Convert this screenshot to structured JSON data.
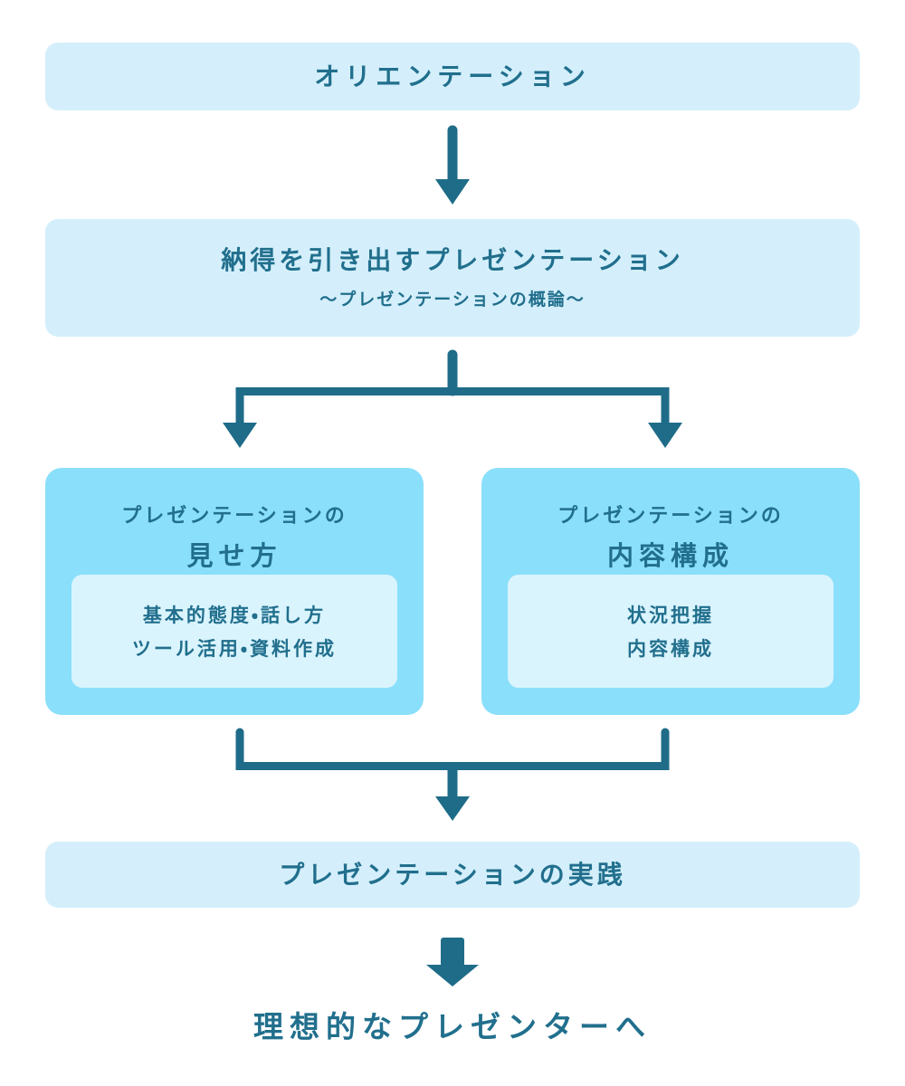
{
  "colors": {
    "box_light": "#d4effb",
    "box_medium": "#8adffb",
    "box_inner": "#daf4fd",
    "accent": "#1e6c88",
    "text": "#216f8d"
  },
  "flow": {
    "step1": {
      "title": "オリエンテーション"
    },
    "step2": {
      "title": "納得を引き出すプレゼンテーション",
      "subtitle": "〜プレゼンテーションの概論〜"
    },
    "branch_left": {
      "title_line1": "プレゼンテーションの",
      "title_line2": "見せ方",
      "items": [
        "基本的態度・話し方",
        "ツール活用・資料作成"
      ]
    },
    "branch_right": {
      "title_line1": "プレゼンテーションの",
      "title_line2": "内容構成",
      "items": [
        "状況把握",
        "内容構成"
      ]
    },
    "step3": {
      "title": "プレゼンテーションの実践"
    },
    "goal": {
      "title": "理想的なプレゼンターへ"
    }
  },
  "connectors": {
    "arrow_top": "down-arrow",
    "branch": "split-into-two-down-arrows",
    "merge": "merge-into-one-down-arrow",
    "goal_arrow": "thick-block-down-arrow"
  }
}
